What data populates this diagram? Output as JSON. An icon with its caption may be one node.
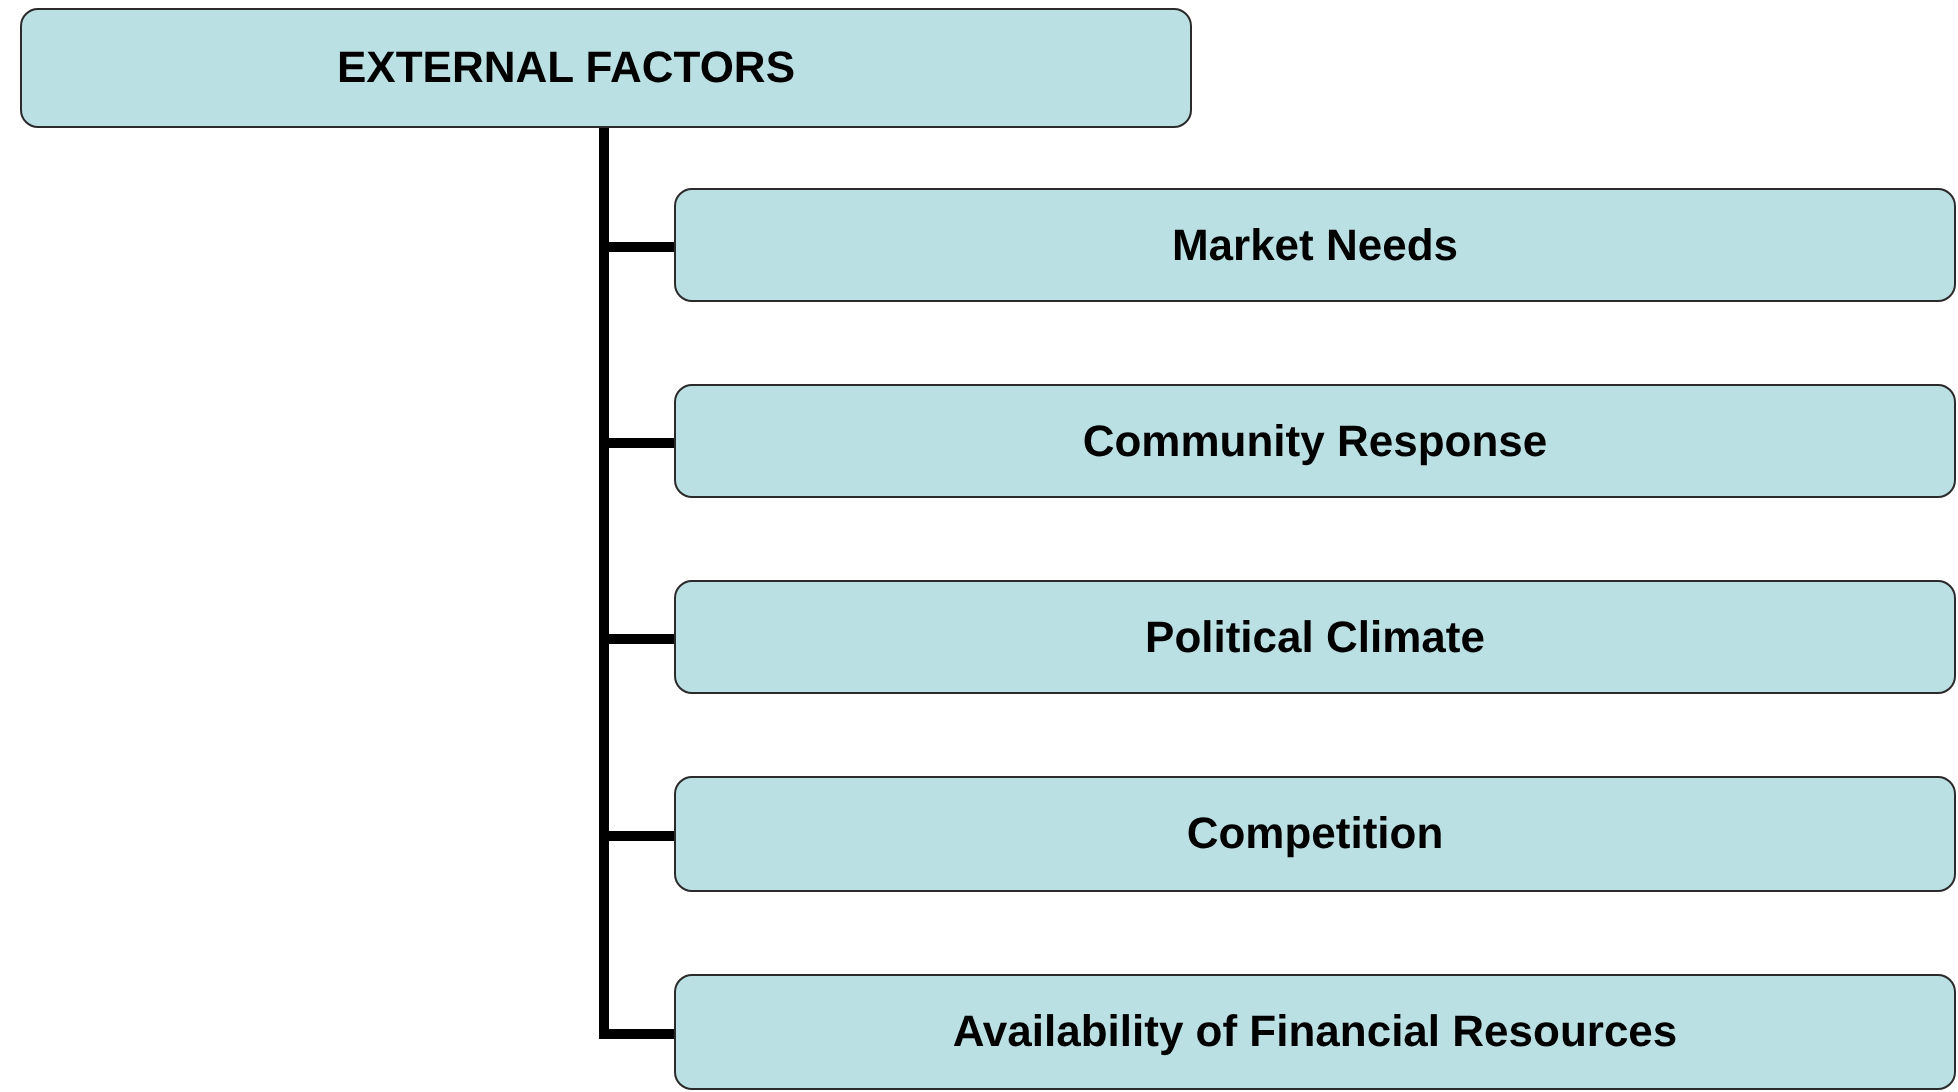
{
  "diagram": {
    "nodes": [
      {
        "text": [
          "EXTERNAL FACTORS"
        ]
      },
      {
        "text": [
          "Market Needs"
        ]
      },
      {
        "text": [
          "Community Response"
        ]
      },
      {
        "text": [
          "Political Climate"
        ]
      },
      {
        "text": [
          "Competition"
        ]
      },
      {
        "text": [
          "Availability of Financial Resources"
        ]
      }
    ],
    "edges": [
      {
        "from": 0,
        "to": 1,
        "arrow": "none"
      },
      {
        "from": 0,
        "to": 2,
        "arrow": "none"
      },
      {
        "from": 0,
        "to": 3,
        "arrow": "none"
      },
      {
        "from": 0,
        "to": 4,
        "arrow": "none"
      },
      {
        "from": 0,
        "to": 5,
        "arrow": "none"
      }
    ]
  }
}
